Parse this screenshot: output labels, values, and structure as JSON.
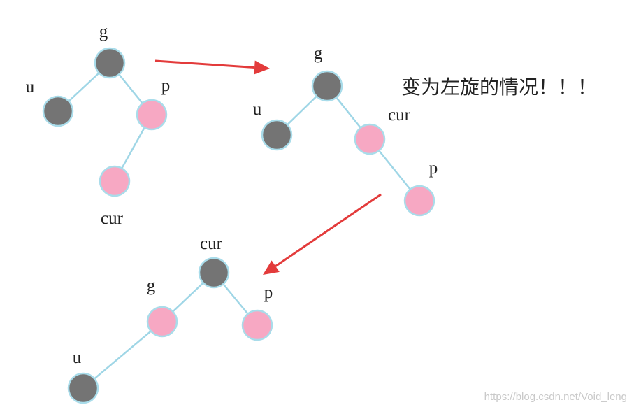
{
  "caption": "变为左旋的情况！！！",
  "watermark": "https://blog.csdn.net/Void_leng",
  "colors": {
    "black_node": "#747474",
    "red_node": "#f7a8c3",
    "edge": "#9fd6e6",
    "arrow": "#e33b3b"
  },
  "trees": [
    {
      "name": "original",
      "nodes": [
        {
          "id": "g",
          "label": "g",
          "color": "black"
        },
        {
          "id": "u",
          "label": "u",
          "color": "black"
        },
        {
          "id": "p",
          "label": "p",
          "color": "red"
        },
        {
          "id": "cur",
          "label": "cur",
          "color": "red"
        }
      ],
      "edges": [
        [
          "g",
          "u"
        ],
        [
          "g",
          "p"
        ],
        [
          "p",
          "cur"
        ]
      ]
    },
    {
      "name": "after-first-rotation",
      "nodes": [
        {
          "id": "g",
          "label": "g",
          "color": "black"
        },
        {
          "id": "u",
          "label": "u",
          "color": "black"
        },
        {
          "id": "cur",
          "label": "cur",
          "color": "red"
        },
        {
          "id": "p",
          "label": "p",
          "color": "red"
        }
      ],
      "edges": [
        [
          "g",
          "u"
        ],
        [
          "g",
          "cur"
        ],
        [
          "cur",
          "p"
        ]
      ]
    },
    {
      "name": "after-left-rotation",
      "nodes": [
        {
          "id": "cur",
          "label": "cur",
          "color": "black"
        },
        {
          "id": "g",
          "label": "g",
          "color": "red"
        },
        {
          "id": "p",
          "label": "p",
          "color": "red"
        },
        {
          "id": "u",
          "label": "u",
          "color": "black"
        }
      ],
      "edges": [
        [
          "cur",
          "g"
        ],
        [
          "cur",
          "p"
        ],
        [
          "g",
          "u"
        ]
      ]
    }
  ],
  "arrows": [
    {
      "from": "original",
      "to": "after-first-rotation"
    },
    {
      "from": "after-first-rotation",
      "to": "after-left-rotation"
    }
  ]
}
